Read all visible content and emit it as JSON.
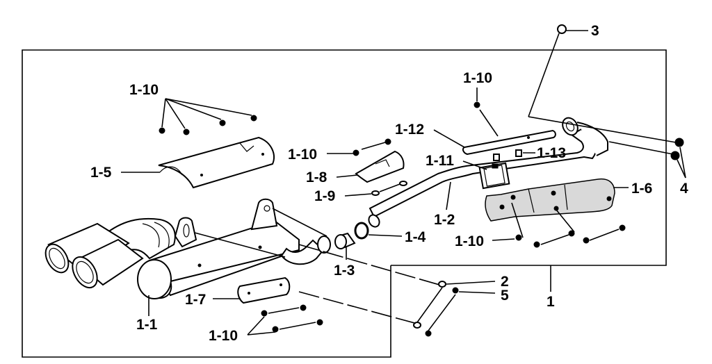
{
  "labels": {
    "l1": "1",
    "l2": "2",
    "l3": "3",
    "l4": "4",
    "l5": "5",
    "l1_1": "1-1",
    "l1_2": "1-2",
    "l1_3": "1-3",
    "l1_4": "1-4",
    "l1_5": "1-5",
    "l1_6": "1-6",
    "l1_7": "1-7",
    "l1_8": "1-8",
    "l1_9": "1-9",
    "l1_10": "1-10",
    "l1_11": "1-11",
    "l1_12": "1-12",
    "l1_13": "1-13"
  }
}
